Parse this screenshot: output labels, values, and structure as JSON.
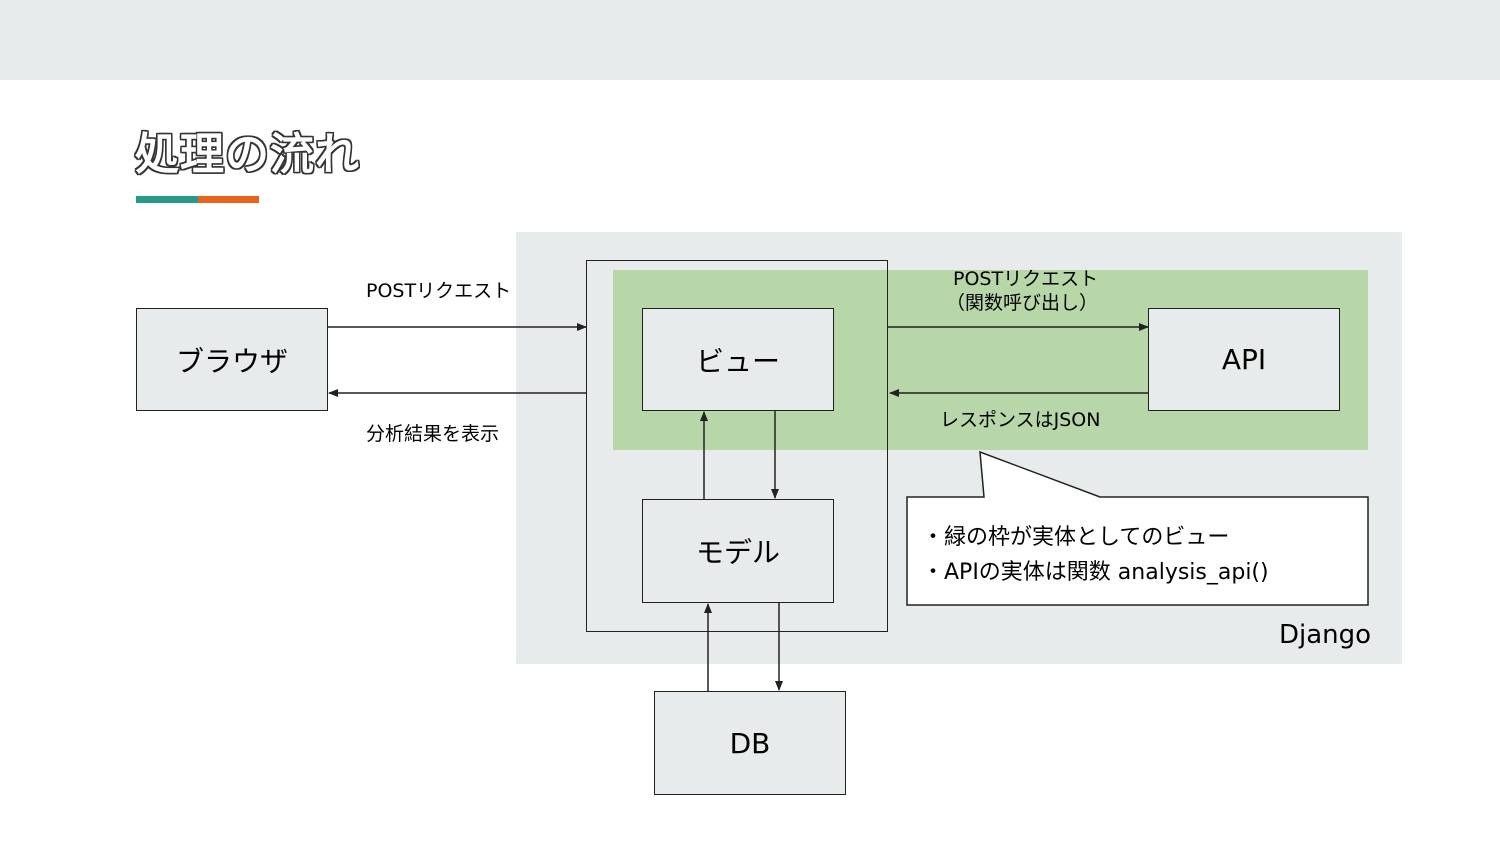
{
  "slide": {
    "title": "処理の流れ",
    "accent_colors": [
      "#26998a",
      "#e8641b"
    ]
  },
  "diagram": {
    "container_label": "Django",
    "nodes": {
      "browser": "ブラウザ",
      "view": "ビュー",
      "model": "モデル",
      "api": "API",
      "db": "DB"
    },
    "edges": {
      "browser_to_app": "POSTリクエスト",
      "app_to_browser": "分析結果を表示",
      "view_to_api_line1": "POSTリクエスト",
      "view_to_api_line2": "（関数呼び出し）",
      "api_to_view": "レスポンスはJSON"
    },
    "note": {
      "line1": "・緑の枠が実体としてのビュー",
      "line2": "・APIの実体は関数 analysis_api()"
    },
    "colors": {
      "container": "#e8ebeb",
      "view_highlight": "#b7d7a8",
      "node_fill": "#e8ebeb"
    }
  }
}
